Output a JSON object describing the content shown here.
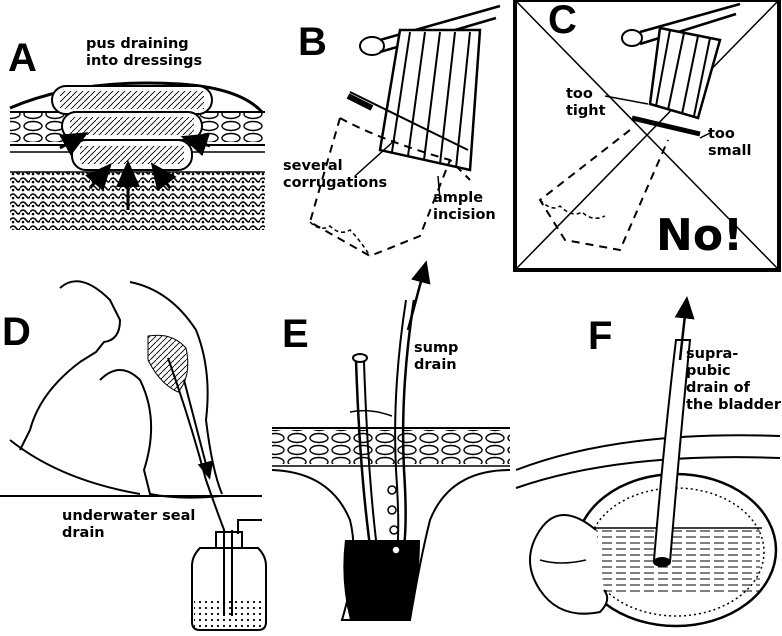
{
  "panels": {
    "a": {
      "letter": "A",
      "label_pus": "pus draining\ninto dressings"
    },
    "b": {
      "letter": "B",
      "label_corrugations": "several\ncorrugations",
      "label_incision": "ample\nincision"
    },
    "c": {
      "letter": "C",
      "label_tight": "too\ntight",
      "label_small": "too\nsmall",
      "label_no": "No!"
    },
    "d": {
      "letter": "D",
      "label_seal": "underwater seal\ndrain"
    },
    "e": {
      "letter": "E",
      "label_sump": "sump\ndrain"
    },
    "f": {
      "letter": "F",
      "label_suprapubic": "supra-\npubic\ndrain of\nthe bladder"
    }
  },
  "colors": {
    "ink": "#000000",
    "paper": "#ffffff"
  }
}
